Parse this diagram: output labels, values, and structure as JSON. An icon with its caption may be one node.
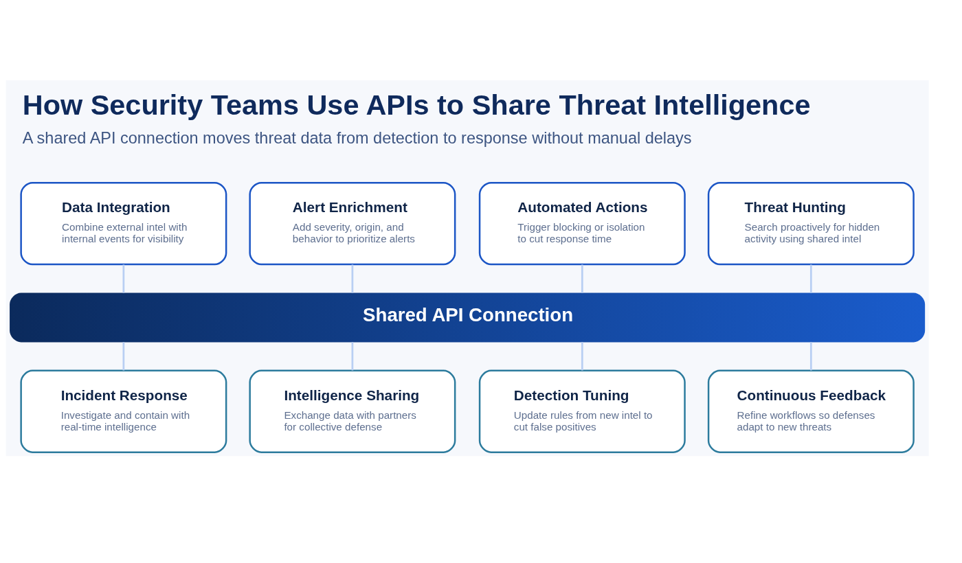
{
  "diagram": {
    "title": "How Security Teams Use APIs to Share Threat Intelligence",
    "caption": "A shared API connection moves threat data from detection to response without manual delays",
    "nodes": [
      {
        "text": [
          "Data Integration",
          "Combine external intel with internal events for visibility"
        ]
      },
      {
        "text": [
          "Alert Enrichment",
          "Add severity, origin, and behavior to prioritize alerts"
        ]
      },
      {
        "text": [
          "Automated Actions",
          "Trigger blocking or isolation to cut response time"
        ]
      },
      {
        "text": [
          "Threat Hunting",
          "Search proactively for hidden activity using shared intel"
        ]
      },
      {
        "text": [
          "Shared API Connection"
        ]
      },
      {
        "text": [
          "Incident Response",
          "Investigate and contain with real-time intelligence"
        ]
      },
      {
        "text": [
          "Intelligence Sharing",
          "Exchange data with partners for collective defense"
        ]
      },
      {
        "text": [
          "Detection Tuning",
          "Update rules from new intel to cut false positives"
        ]
      },
      {
        "text": [
          "Continuous Feedback",
          "Refine workflows so defenses adapt to new threats"
        ]
      }
    ],
    "edges": [
      {
        "from": 0,
        "to": 4,
        "arrow": "none"
      },
      {
        "from": 1,
        "to": 4,
        "arrow": "none"
      },
      {
        "from": 2,
        "to": 4,
        "arrow": "none"
      },
      {
        "from": 3,
        "to": 4,
        "arrow": "none"
      },
      {
        "from": 4,
        "to": 5,
        "arrow": "none"
      },
      {
        "from": 4,
        "to": 6,
        "arrow": "none"
      },
      {
        "from": 4,
        "to": 7,
        "arrow": "none"
      },
      {
        "from": 4,
        "to": 8,
        "arrow": "none"
      }
    ]
  }
}
